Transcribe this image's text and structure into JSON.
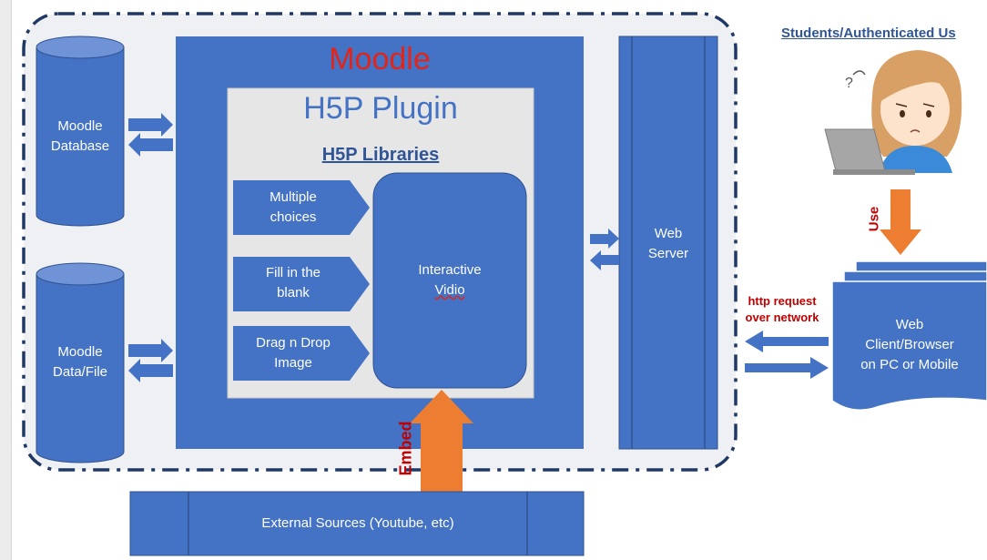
{
  "colors": {
    "block_blue": "#4472c4",
    "panel_gray": "#e7e6e6",
    "arrow_orange": "#ed7d31",
    "title_red": "#e0251b",
    "label_red": "#c00000",
    "link_blue": "#2f5597",
    "border_navy": "#203864"
  },
  "moodle": {
    "title": "Moodle"
  },
  "h5p": {
    "title": "H5P Plugin",
    "libraries_label": "H5P Libraries"
  },
  "libraries": {
    "items": [
      {
        "line1": "Multiple",
        "line2": "choices"
      },
      {
        "line1": "Fill in the",
        "line2": "blank"
      },
      {
        "line1": "Drag n Drop",
        "line2": "Image"
      }
    ],
    "interactive": {
      "line1": "Interactive",
      "line2": "Vidio"
    }
  },
  "databases": {
    "db": {
      "line1": "Moodle",
      "line2": "Database"
    },
    "files": {
      "line1": "Moodle",
      "line2": "Data/File"
    }
  },
  "web_server": {
    "line1": "Web",
    "line2": "Server"
  },
  "students": {
    "label": "Students/Authenticated Us"
  },
  "use_label": "Use",
  "client": {
    "line1": "Web",
    "line2": "Client/Browser",
    "line3": "on PC or Mobile"
  },
  "http": {
    "line1": "http request",
    "line2": "over network"
  },
  "embed_label": "Embed",
  "external": {
    "label": "External Sources (Youtube, etc)"
  },
  "icons": {
    "user": "student-laptop-illustration",
    "arrows": "double-arrow-icon"
  }
}
